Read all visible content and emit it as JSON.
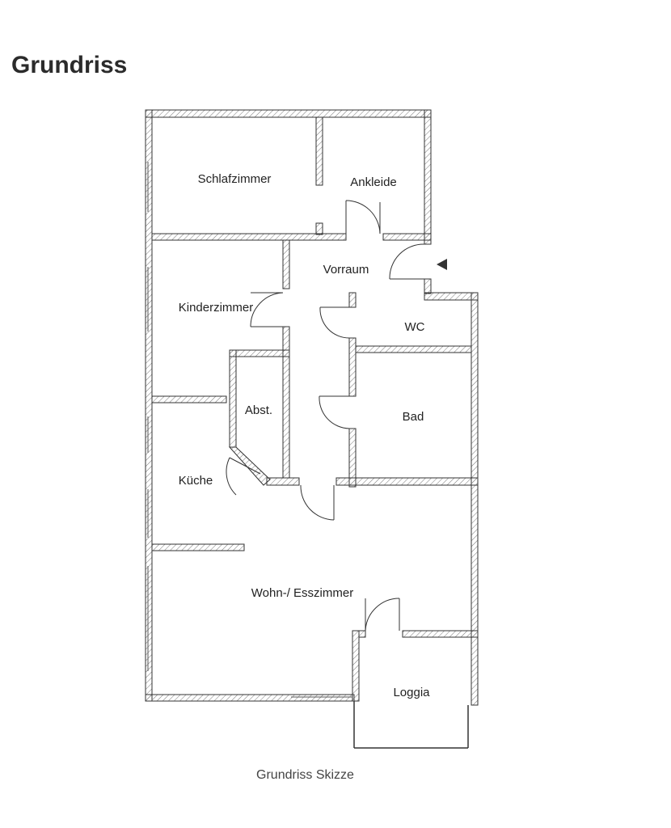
{
  "title": "Grundriss",
  "caption": "Grundriss Skizze",
  "rooms": {
    "schlafzimmer": "Schlafzimmer",
    "ankleide": "Ankleide",
    "vorraum": "Vorraum",
    "kinderzimmer": "Kinderzimmer",
    "wc": "WC",
    "abst": "Abst.",
    "bad": "Bad",
    "kueche": "Küche",
    "wohn": "Wohn-/ Esszimmer",
    "loggia": "Loggia"
  },
  "colors": {
    "wall": "#333333",
    "hatch": "#777777",
    "text": "#222222"
  }
}
